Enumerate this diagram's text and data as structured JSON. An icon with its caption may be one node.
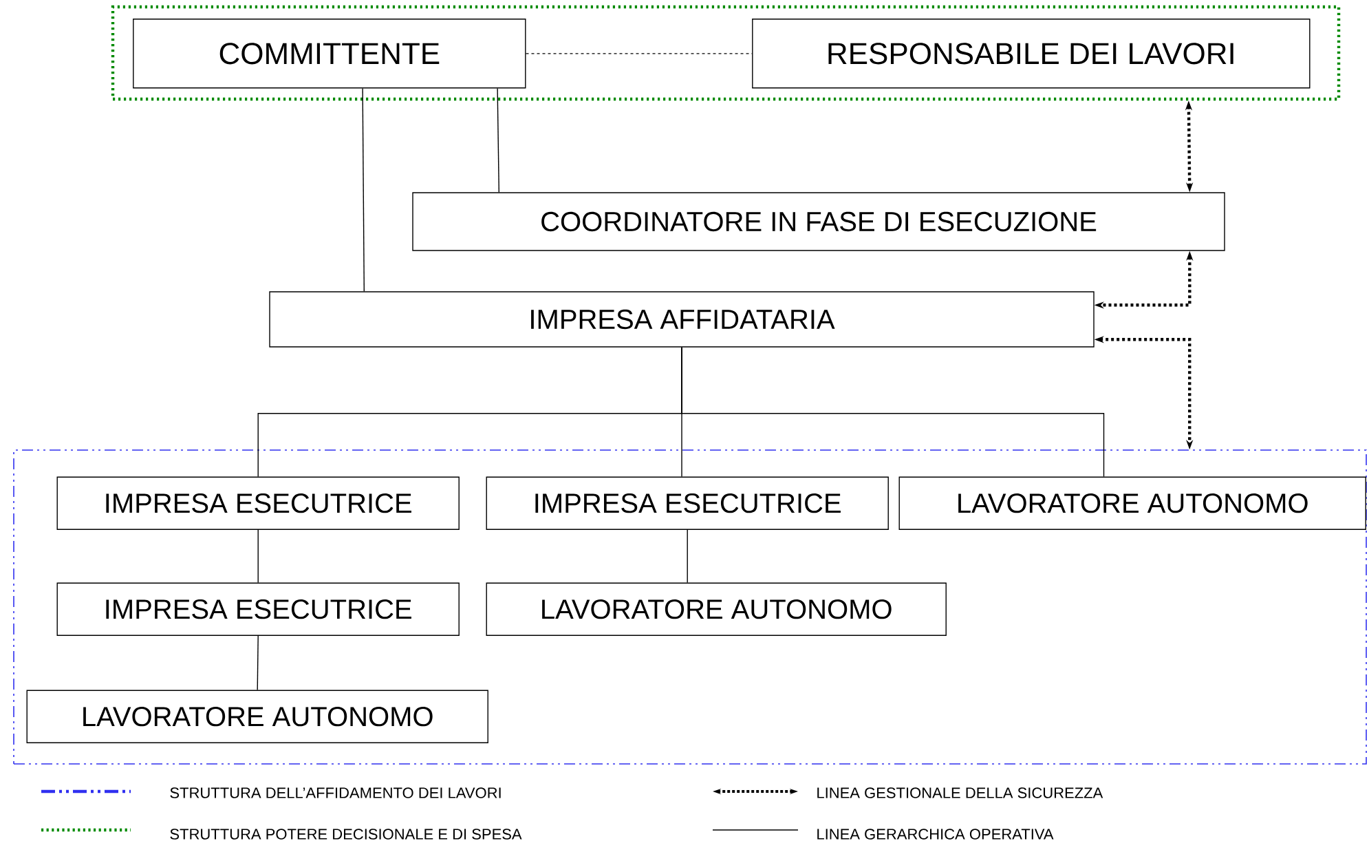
{
  "diagram": {
    "nodes": [
      {
        "text": [],
        "shape": "box"
      },
      {
        "text": [
          "COMMITTENTE"
        ],
        "in": 0
      },
      {
        "text": [
          "RESPONSABILE DEI LAVORI"
        ],
        "in": 0
      },
      {
        "text": [
          "COORDINATORE IN FASE DI ESECUZIONE"
        ]
      },
      {
        "text": [
          "IMPRESA AFFIDATARIA"
        ]
      },
      {
        "text": [],
        "shape": "box"
      },
      {
        "text": [
          "IMPRESA ESECUTRICE"
        ],
        "in": 5
      },
      {
        "text": [
          "IMPRESA ESECUTRICE"
        ],
        "in": 5
      },
      {
        "text": [
          "LAVORATORE AUTONOMO"
        ],
        "in": 5
      },
      {
        "text": [
          "IMPRESA ESECUTRICE"
        ],
        "in": 5
      },
      {
        "text": [
          "LAVORATORE AUTONOMO"
        ],
        "in": 5
      },
      {
        "text": [
          "LAVORATORE AUTONOMO"
        ],
        "in": 5
      }
    ],
    "edges": [
      {
        "from": 1,
        "to": 2,
        "arrow": "none",
        "style": "dashed"
      },
      {
        "from": 1,
        "to": 4,
        "arrow": "none"
      },
      {
        "from": 1,
        "to": 3,
        "arrow": "none"
      },
      {
        "from": 0,
        "to": 3,
        "arrow": "both",
        "style": "dashed"
      },
      {
        "from": 3,
        "to": 4,
        "arrow": "both",
        "style": "dashed"
      },
      {
        "from": 4,
        "to": 5,
        "arrow": "both",
        "style": "dashed"
      },
      {
        "from": 4,
        "to": 6,
        "arrow": "none"
      },
      {
        "from": 4,
        "to": 7,
        "arrow": "none"
      },
      {
        "from": 4,
        "to": 8,
        "arrow": "none"
      },
      {
        "from": 6,
        "to": 9,
        "arrow": "none"
      },
      {
        "from": 9,
        "to": 11,
        "arrow": "none"
      },
      {
        "from": 7,
        "to": 10,
        "arrow": "none"
      }
    ],
    "legend": [
      {
        "text": "STRUTTURA DELL’AFFIDAMENTO DEI LAVORI"
      },
      {
        "text": "LINEA GESTIONALE DELLA SICUREZZA"
      },
      {
        "text": "STRUTTURA POTERE DECISIONALE E DI SPESA"
      },
      {
        "text": "LINEA GERARCHICA OPERATIVA"
      }
    ]
  }
}
